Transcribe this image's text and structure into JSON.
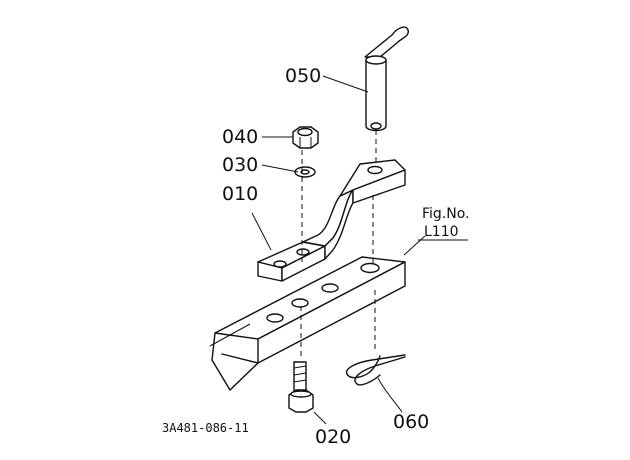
{
  "parts": [
    {
      "id": "p050",
      "code": "050",
      "name": "pin"
    },
    {
      "id": "p040",
      "code": "040",
      "name": "nut"
    },
    {
      "id": "p030",
      "code": "030",
      "name": "washer"
    },
    {
      "id": "p010",
      "code": "010",
      "name": "bracket"
    },
    {
      "id": "p020",
      "code": "020",
      "name": "bolt"
    },
    {
      "id": "p060",
      "code": "060",
      "name": "clip"
    }
  ],
  "figure_ref": {
    "line1": "Fig.No.",
    "line2": "L110"
  },
  "drawing_code": "3A481-086-11"
}
